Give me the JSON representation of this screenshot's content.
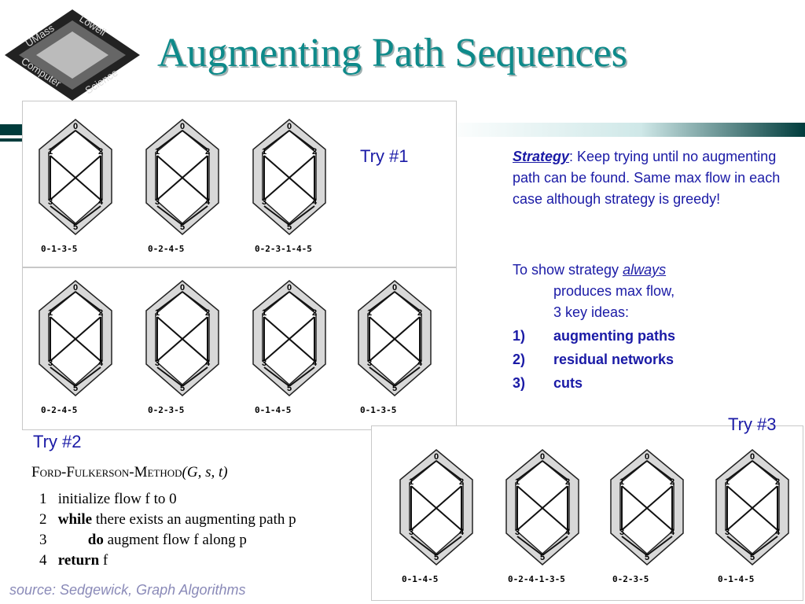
{
  "title": "Augmenting Path Sequences",
  "logo": {
    "top_text": "UMass",
    "right_text": "Lowell",
    "bottom_left": "Computer",
    "bottom_right": "Science"
  },
  "try1": {
    "label": "Try #1",
    "paths": [
      "0-1-3-5",
      "0-2-4-5",
      "0-2-3-1-4-5"
    ]
  },
  "try2": {
    "label": "Try #2",
    "paths": [
      "0-2-4-5",
      "0-2-3-5",
      "0-1-4-5",
      "0-1-3-5"
    ]
  },
  "try3": {
    "label": "Try #3",
    "paths": [
      "0-1-4-5",
      "0-2-4-1-3-5",
      "0-2-3-5",
      "0-1-4-5"
    ]
  },
  "node_labels": [
    "0",
    "1",
    "2",
    "3",
    "4",
    "5"
  ],
  "strategy": {
    "keyword": "Strategy",
    "text": ": Keep trying until no augmenting path can be found. Same max flow in each case although strategy is greedy!"
  },
  "show": {
    "prefix": "To show strategy ",
    "always": "always",
    "rest1": "produces max flow,",
    "rest2": "3 key ideas:"
  },
  "ideas": [
    {
      "num": "1)",
      "text": "augmenting paths"
    },
    {
      "num": "2)",
      "text": "residual networks"
    },
    {
      "num": "3)",
      "text": "cuts"
    }
  ],
  "algorithm": {
    "header_name": "Ford-Fulkerson-Method",
    "header_args": "(G, s, t)",
    "lines": [
      {
        "num": "1",
        "text": "initialize flow f to 0"
      },
      {
        "num": "2",
        "kw": "while",
        "text": " there exists an augmenting path p"
      },
      {
        "num": "3",
        "kw": "do",
        "text": " augment flow f along p"
      },
      {
        "num": "4",
        "kw": "return",
        "text": " f"
      }
    ]
  },
  "source": "source: Sedgewick, Graph Algorithms",
  "colors": {
    "title": "#0e8a8a",
    "text_blue": "#1a1aa6",
    "source": "#8a8ab8",
    "accent_bar": "#006666"
  }
}
